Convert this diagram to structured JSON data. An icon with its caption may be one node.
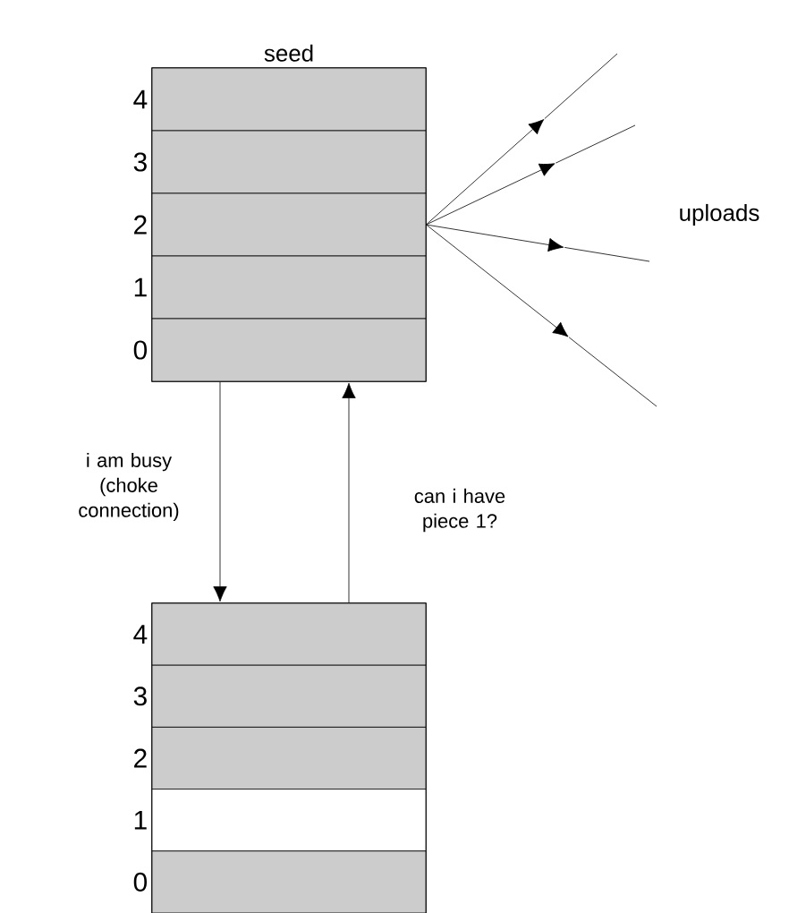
{
  "diagram": {
    "nodes": [
      {
        "text": [
          "seed"
        ]
      },
      {
        "text": [],
        "shape": "box",
        "in": 0,
        "beside": [
          "4"
        ]
      },
      {
        "text": [],
        "shape": "box",
        "in": 0,
        "beside": [
          "3"
        ]
      },
      {
        "text": [],
        "shape": "box",
        "in": 0,
        "beside": [
          "2"
        ]
      },
      {
        "text": [],
        "shape": "box",
        "in": 0,
        "beside": [
          "1"
        ]
      },
      {
        "text": [],
        "shape": "box",
        "in": 0,
        "beside": [
          "0"
        ]
      },
      {
        "text": [],
        "shape": "box"
      },
      {
        "text": [],
        "shape": "box",
        "in": 6,
        "beside": [
          "4"
        ]
      },
      {
        "text": [],
        "shape": "box",
        "in": 6,
        "beside": [
          "3"
        ]
      },
      {
        "text": [],
        "shape": "box",
        "in": 6,
        "beside": [
          "2"
        ]
      },
      {
        "text": [],
        "shape": "box",
        "in": 6,
        "beside": [
          "1"
        ]
      },
      {
        "text": [],
        "shape": "box",
        "in": 6,
        "beside": [
          "0"
        ]
      }
    ],
    "edges": [
      {
        "from": 3,
        "to": null,
        "arrow": "to"
      },
      {
        "from": 3,
        "to": null,
        "arrow": "to"
      },
      {
        "from": 3,
        "to": null,
        "arrow": "to"
      },
      {
        "from": 3,
        "to": null,
        "arrow": "to"
      },
      {
        "from": 0,
        "to": 6,
        "arrow": "to",
        "label": "i am busy (choke connection)"
      },
      {
        "from": 6,
        "to": 0,
        "arrow": "to",
        "label": "can i have piece 1?"
      }
    ],
    "labels": [
      "uploads"
    ]
  }
}
